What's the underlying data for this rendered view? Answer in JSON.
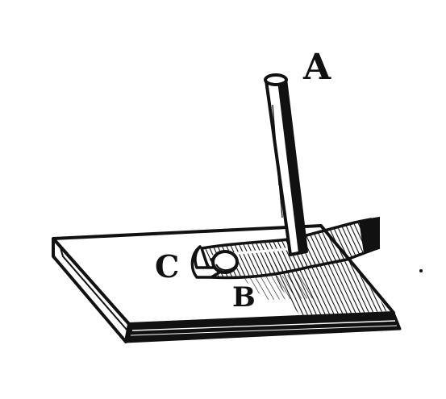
{
  "figure": {
    "labels": {
      "a": "A",
      "b": "B",
      "c": "C"
    },
    "colors": {
      "ink": "#111111",
      "paper": "#ffffff"
    }
  }
}
